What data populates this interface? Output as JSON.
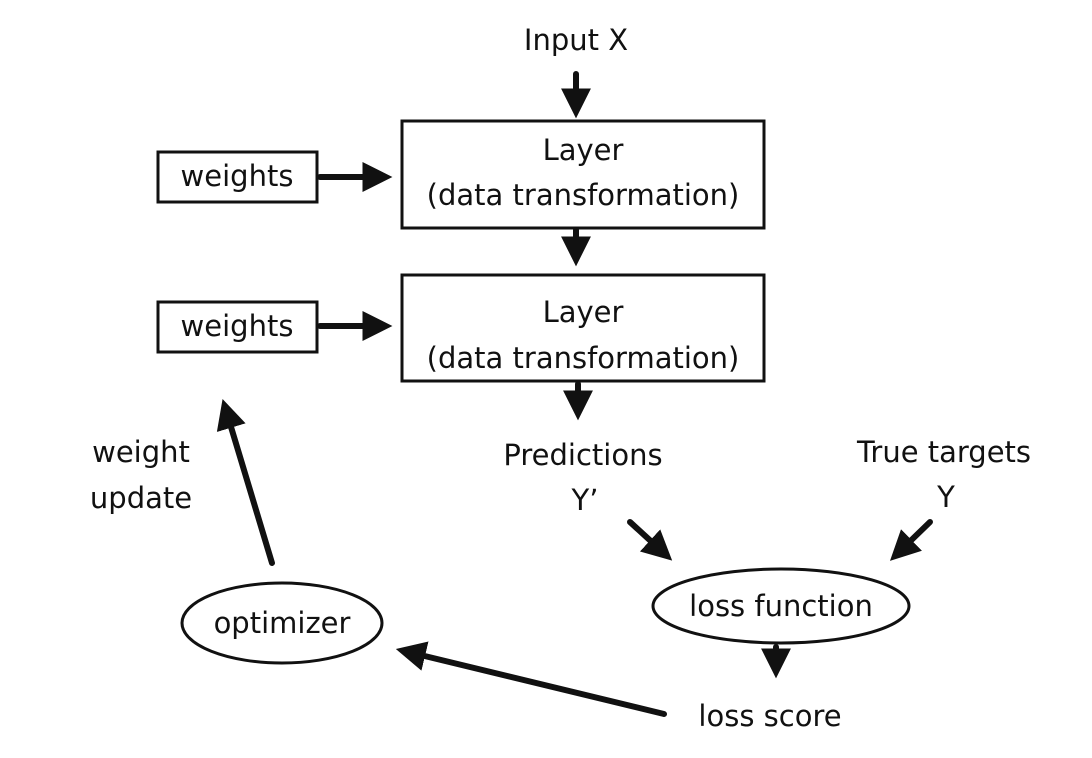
{
  "nodes": {
    "input": {
      "label": "Input X"
    },
    "layer1": {
      "title": "Layer",
      "subtitle": "(data transformation)"
    },
    "layer2": {
      "title": "Layer",
      "subtitle": "(data transformation)"
    },
    "weights1": {
      "label": "weights"
    },
    "weights2": {
      "label": "weights"
    },
    "predictions": {
      "label": "Predictions",
      "symbol": "Y’"
    },
    "true_targets": {
      "label": "True targets",
      "symbol": "Y"
    },
    "loss_function": {
      "label": "loss function"
    },
    "loss_score": {
      "label": "loss score"
    },
    "optimizer": {
      "label": "optimizer"
    },
    "weight_update": {
      "line1": "weight",
      "line2": "update"
    }
  },
  "colors": {
    "stroke": "#111111",
    "background": "#ffffff"
  }
}
